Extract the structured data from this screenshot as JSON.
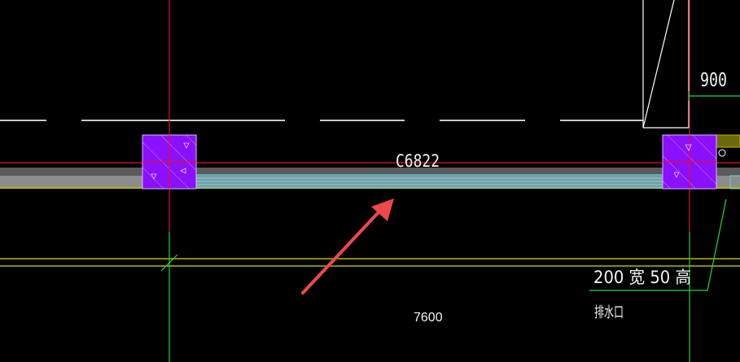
{
  "drawing": {
    "window_tag": "C6822",
    "span_dimension": "7600",
    "top_dimension": "900",
    "drain_size": "200 宽 50 高",
    "drain_label": "排水口"
  },
  "colors": {
    "background": "#000000",
    "grid_red": "#e0102a",
    "grid_green": "#22d63a",
    "column_fill": "#8a10ff",
    "window_line": "#5fd5e6",
    "wall_grey": "#5a5a5a",
    "wall_light": "#8c8c8c",
    "floor_yellow": "#b7b400",
    "dash_line": "#c8c8c8",
    "text_white": "#f2f2f2",
    "arrow_red": "#f0474a",
    "olive_block": "#6d6a0d"
  }
}
